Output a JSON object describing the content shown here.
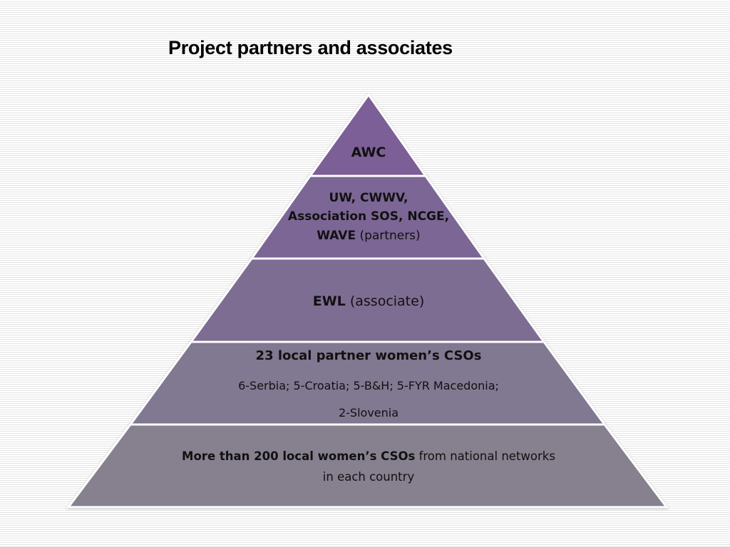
{
  "title": "Project partners and associates",
  "colors": {
    "outline": "#ffffff",
    "tier_fills": [
      "#7b5f96",
      "#7c6695",
      "#7e6d93",
      "#817891",
      "#86808f"
    ],
    "text": "#111111"
  },
  "tiers": [
    {
      "bold": "AWC",
      "normal": ""
    },
    {
      "lines": [
        "UW, CWWV,",
        "Association SOS, NCGE,"
      ],
      "bold": "WAVE",
      "normal": " (partners)"
    },
    {
      "bold": "EWL",
      "normal": " (associate)"
    },
    {
      "heading": "23 local partner women’s CSOs",
      "line1": "6-Serbia; 5-Croatia; 5-B&H; 5-FYR Macedonia;",
      "line2": "2-Slovenia"
    },
    {
      "bold": "More than 200 local women’s CSOs",
      "normal": " from national networks",
      "line2": "in each country"
    }
  ]
}
